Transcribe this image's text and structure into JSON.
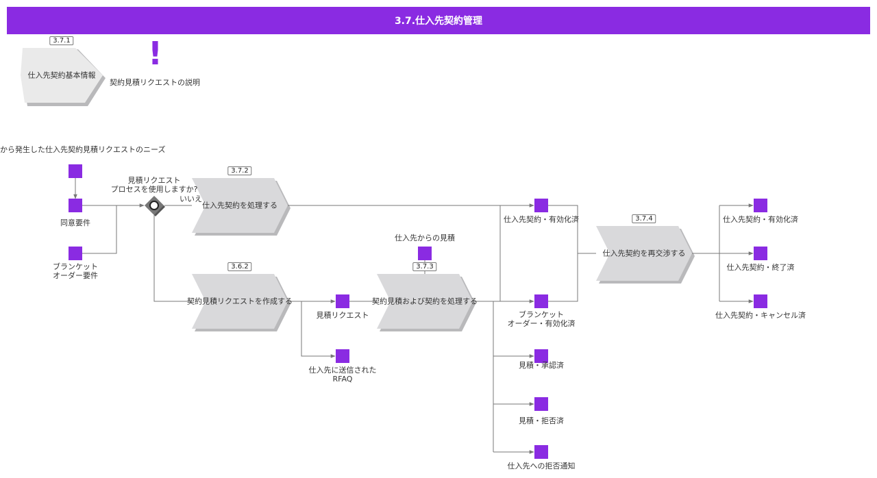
{
  "page": {
    "title": "3.7.仕入先契約管理"
  },
  "nodes": {
    "basic_info": {
      "badge": "3.7.1",
      "label": "仕入先契約基本情報"
    },
    "note": {
      "label": "契約見積リクエストの説明"
    },
    "start_event": {
      "label": "から発生した仕入先契約見積リクエストのニーズ"
    },
    "agree_req": {
      "label": "同意要件"
    },
    "blanket_req": {
      "label": "ブランケット\nオーダー要件"
    },
    "gateway": {
      "label": "見積リクエスト\nプロセスを使用しますか?",
      "no_label": "いいえ"
    },
    "process_contract": {
      "badge": "3.7.2",
      "label": "仕入先契約を処理する"
    },
    "create_rfq": {
      "badge": "3.6.2",
      "label": "契約見積リクエストを作成する"
    },
    "rfq": {
      "label": "見積リクエスト"
    },
    "rfq_sent": {
      "label": "仕入先に送信された\nRFAQ"
    },
    "vendor_quote": {
      "label": "仕入先からの見積"
    },
    "process_quote": {
      "badge": "3.7.3",
      "label": "契約見積および契約を処理する"
    },
    "contract_active": {
      "label": "仕入先契約・有効化済"
    },
    "blanket_active": {
      "label": "ブランケット\nオーダー・有効化済"
    },
    "quote_approved": {
      "label": "見積・承認済"
    },
    "quote_rejected": {
      "label": "見積・拒否済"
    },
    "reject_notice": {
      "label": "仕入先への拒否通知"
    },
    "renegotiate": {
      "badge": "3.7.4",
      "label": "仕入先契約を再交渉する"
    },
    "out_active": {
      "label": "仕入先契約・有効化済"
    },
    "out_ended": {
      "label": "仕入先契約・終了済"
    },
    "out_cancelled": {
      "label": "仕入先契約・キャンセル済"
    }
  },
  "colors": {
    "accent": "#8a2be2",
    "process_fill": "#d9d9db",
    "process_shadow": "#b9b9bb",
    "hex_fill": "#eaeaea",
    "connector": "#777777",
    "gateway": "#777777"
  },
  "icons": {
    "note": "exclamation-icon",
    "gateway": "xor-gateway-icon",
    "object": "data-object-square"
  }
}
